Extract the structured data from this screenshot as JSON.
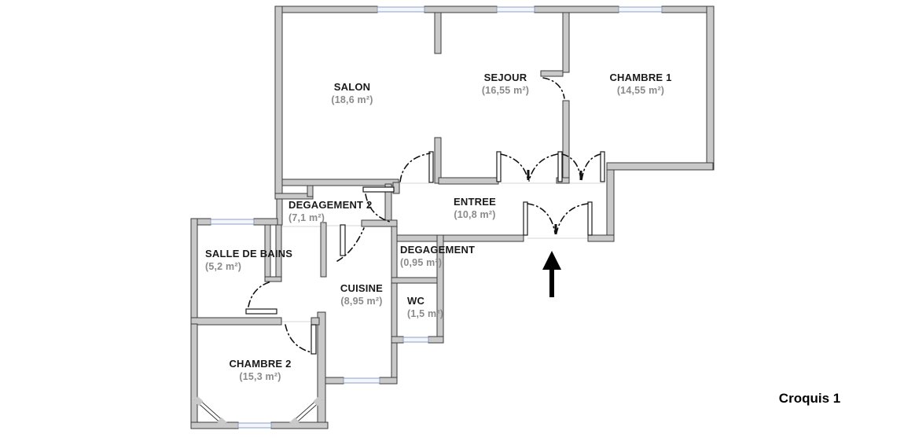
{
  "drawing": {
    "caption": "Croquis 1",
    "type": "floor-plan-sketch"
  },
  "rooms": [
    {
      "id": "salon",
      "name": "SALON",
      "area": "(18,6 m²)"
    },
    {
      "id": "sejour",
      "name": "SEJOUR",
      "area": "(16,55 m²)"
    },
    {
      "id": "chambre1",
      "name": "CHAMBRE 1",
      "area": "(14,55 m²)"
    },
    {
      "id": "degagement2",
      "name": "DEGAGEMENT 2",
      "area": "(7,1 m²)"
    },
    {
      "id": "entree",
      "name": "ENTREE",
      "area": "(10,8 m²)"
    },
    {
      "id": "salle_de_bains",
      "name": "SALLE DE BAINS",
      "area": "(5,2 m²)"
    },
    {
      "id": "cuisine",
      "name": "CUISINE",
      "area": "(8,95 m²)"
    },
    {
      "id": "degagement",
      "name": "DEGAGEMENT",
      "area": "(0,95 m²)"
    },
    {
      "id": "wc",
      "name": "WC",
      "area": "(1,5 m²)"
    },
    {
      "id": "chambre2",
      "name": "CHAMBRE 2",
      "area": "(15,3 m²)"
    }
  ],
  "colors": {
    "wall_fill": "#c9c9c9",
    "wall_edge": "#3a3a3a",
    "window_fill": "#f3f6fc",
    "window_edge": "#8fa0c0",
    "door_arc": "#111111",
    "area_text": "#8a8a8a",
    "arrow": "#000000",
    "threshold": "#d6d6d6"
  }
}
